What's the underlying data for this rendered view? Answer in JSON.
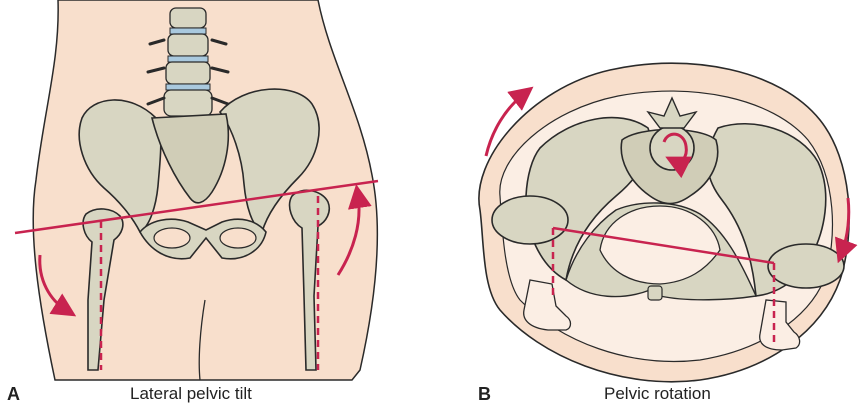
{
  "panels": [
    {
      "letter": "A",
      "caption": "Lateral pelvic tilt"
    },
    {
      "letter": "B",
      "caption": "Pelvic rotation"
    }
  ],
  "colors": {
    "accent": "#c8234f",
    "bone": "#d8d6c2",
    "bone_dark": "#b9b7a1",
    "skin": "#f8dfcc",
    "skin_light": "#fbeee4",
    "outline": "#2a2a2a",
    "disc": "#a9c9de"
  },
  "icons": [
    "curved-arrow-icon"
  ]
}
